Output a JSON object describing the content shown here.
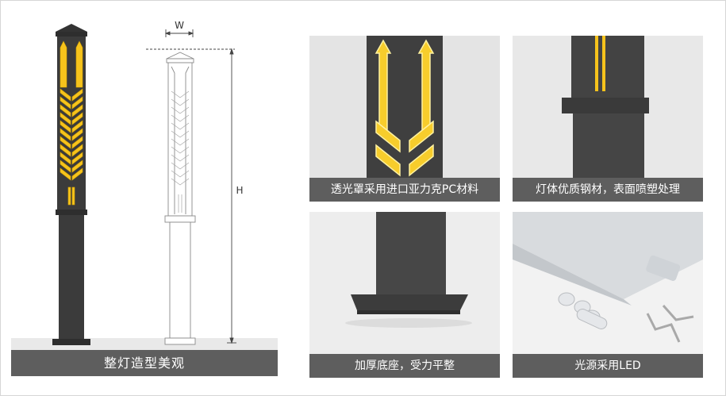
{
  "left": {
    "caption": "整灯造型美观",
    "dim_width": "W",
    "dim_height": "H"
  },
  "tiles": [
    {
      "caption": "透光罩采用进口亚力克PC材料"
    },
    {
      "caption": "灯体优质钢材，表面喷塑处理"
    },
    {
      "caption": "加厚底座，受力平整"
    },
    {
      "caption": "光源采用LED"
    }
  ],
  "colors": {
    "pole": "#3b3b3b",
    "accent": "#f6c31c",
    "caption_bg": "#5e5e5e",
    "tile_bg": "#e6e6e6"
  }
}
